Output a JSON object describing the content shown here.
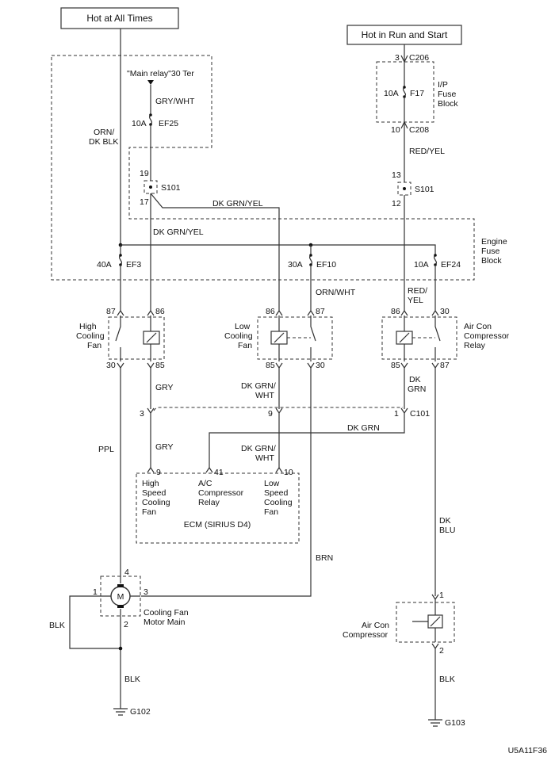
{
  "power": {
    "hot_at_all_times": "Hot at All Times",
    "hot_in_run_start": "Hot in Run and Start",
    "main_relay": "\"Main relay\"30 Ter"
  },
  "connectors": {
    "c206": "C206",
    "c208": "C208",
    "c101": "C101",
    "s101a": "S101",
    "s101b": "S101",
    "pin3_c206": "3",
    "pin10_c208": "10",
    "pin19": "19",
    "pin17": "17",
    "pin13": "13",
    "pin12": "12",
    "pin3_c101": "3",
    "pin9_c101": "9",
    "pin1_c101": "1"
  },
  "fuses": {
    "ef25_amp": "10A",
    "ef25": "EF25",
    "f17_amp": "10A",
    "f17": "F17",
    "ef3_amp": "40A",
    "ef3": "EF3",
    "ef10_amp": "30A",
    "ef10": "EF10",
    "ef24_amp": "10A",
    "ef24": "EF24"
  },
  "blocks": {
    "ip_fuse_block": [
      "I/P",
      "Fuse",
      "Block"
    ],
    "engine_fuse_block": [
      "Engine",
      "Fuse",
      "Block"
    ]
  },
  "wires": {
    "gry_wht": "GRY/WHT",
    "orn_dkblk": [
      "ORN/",
      "DK BLK"
    ],
    "red_yel": "RED/YEL",
    "dk_grn_yel_a": "DK GRN/YEL",
    "dk_grn_yel_b": "DK GRN/YEL",
    "orn_wht": "ORN/WHT",
    "red_yel_2": [
      "RED/",
      "YEL"
    ],
    "gry_a": "GRY",
    "gry_b": "GRY",
    "dk_grn_wht_a": [
      "DK GRN/",
      "WHT"
    ],
    "dk_grn_wht_b": [
      "DK GRN/",
      "WHT"
    ],
    "dk_grn_a": [
      "DK",
      "GRN"
    ],
    "dk_grn_b": "DK GRN",
    "ppl": "PPL",
    "brn": "BRN",
    "dk_blu": [
      "DK",
      "BLU"
    ],
    "blk_a": "BLK",
    "blk_b": "BLK",
    "blk_c": "BLK"
  },
  "relays": {
    "high": {
      "label": [
        "High",
        "Cooling",
        "Fan"
      ],
      "p87": "87",
      "p86": "86",
      "p30": "30",
      "p85": "85"
    },
    "low": {
      "label": [
        "Low",
        "Cooling",
        "Fan"
      ],
      "p86": "86",
      "p87": "87",
      "p85": "85",
      "p30": "30"
    },
    "aircon": {
      "label": [
        "Air Con",
        "Compressor",
        "Relay"
      ],
      "p86": "86",
      "p30": "30",
      "p85": "85",
      "p87": "87"
    }
  },
  "ecm": {
    "label": "ECM (SIRIUS D4)",
    "pin9": "9",
    "pin41": "41",
    "pin10": "10",
    "high_speed": [
      "High",
      "Speed",
      "Cooling",
      "Fan"
    ],
    "ac_relay": [
      "A/C",
      "Compressor",
      "Relay"
    ],
    "low_speed": [
      "Low",
      "Speed",
      "Cooling",
      "Fan"
    ]
  },
  "motor": {
    "symbol": "M",
    "label": [
      "Cooling Fan",
      "Motor Main"
    ],
    "pin4": "4",
    "pin1": "1",
    "pin3": "3",
    "pin2": "2"
  },
  "compressor": {
    "label": [
      "Air Con",
      "Compressor"
    ],
    "pin1": "1",
    "pin2": "2"
  },
  "grounds": {
    "g102": "G102",
    "g103": "G103"
  },
  "figure_id": "U5A11F36"
}
